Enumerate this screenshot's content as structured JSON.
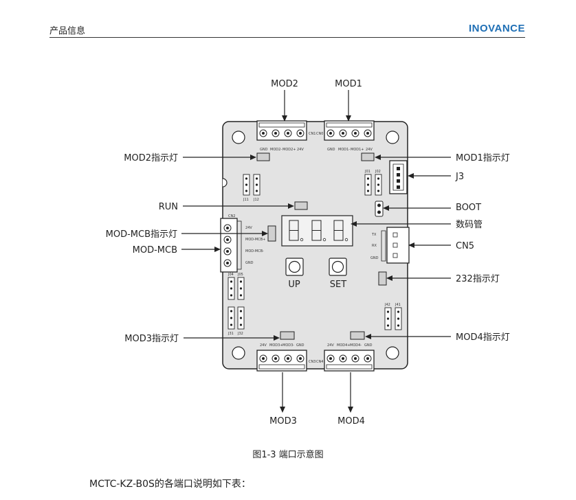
{
  "header": {
    "section_title": "产品信息",
    "brand_logo": "INOVANCE",
    "brand_color": "#1f6fb5"
  },
  "diagram": {
    "labels_top": {
      "mod2": "MOD2",
      "mod1": "MOD1"
    },
    "labels_bottom": {
      "mod3": "MOD3",
      "mod4": "MOD4"
    },
    "labels_left": {
      "mod2_led": "MOD2指示灯",
      "run": "RUN",
      "mod_mcb_led": "MOD-MCB指示灯",
      "mod_mcb": "MOD-MCB",
      "mod3_led": "MOD3指示灯"
    },
    "labels_right": {
      "mod1_led": "MOD1指示灯",
      "j3": "J3",
      "boot": "BOOT",
      "display": "数码管",
      "cn5": "CN5",
      "led_232": "232指示灯",
      "mod4_led": "MOD4指示灯"
    },
    "buttons": {
      "up": "UP",
      "set": "SET"
    },
    "silkscreen": {
      "cn1": "CN1",
      "cn0": "CN0",
      "top_left_pins": [
        "GND",
        "MOD2-",
        "MOD2+",
        "24V"
      ],
      "top_right_pins": [
        "GND",
        "MOD1-",
        "MOD1+",
        "24V"
      ],
      "bottom_left_pins": [
        "24V",
        "MOD3+",
        "MOD3-",
        "GND"
      ],
      "bottom_right_pins": [
        "24V",
        "MOD4+",
        "MOD4-",
        "GND"
      ],
      "cn3": "CN3",
      "cn4": "CN4",
      "cn2": "CN2",
      "mcb_pins": [
        "24V",
        "MOD-MCB+",
        "MOD-MCB-",
        "GND"
      ],
      "cn5_pins": [
        "TX",
        "RX",
        "GND"
      ],
      "j01": "J01",
      "j02": "J02",
      "j11": "J11",
      "j12": "J12",
      "j04": "J04",
      "j05": "J05",
      "j31": "J31",
      "j32": "J32",
      "j42": "J42",
      "j41": "J41"
    }
  },
  "caption": "图1-3 端口示意图",
  "body_text": "MCTC-KZ-B0S的各端口说明如下表："
}
